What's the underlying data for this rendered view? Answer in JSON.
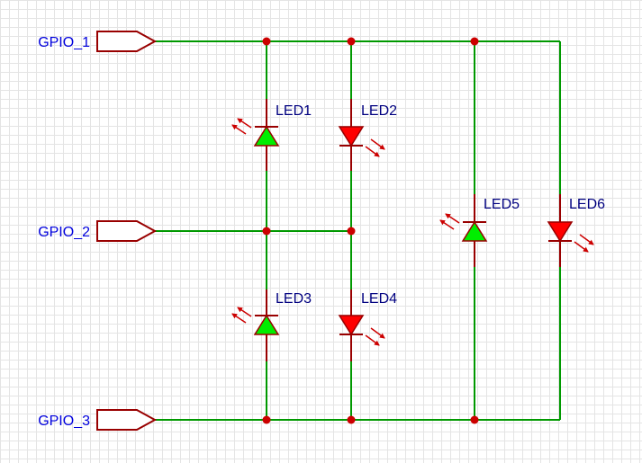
{
  "ports": {
    "gpio1": "GPIO_1",
    "gpio2": "GPIO_2",
    "gpio3": "GPIO_3"
  },
  "leds": {
    "led1": "LED1",
    "led2": "LED2",
    "led3": "LED3",
    "led4": "LED4",
    "led5": "LED5",
    "led6": "LED6"
  },
  "colors": {
    "wire": "#009900",
    "component": "#990000",
    "junction": "#cc0000",
    "led_green": "#00ee00",
    "led_red": "#ff0000",
    "port_label": "#0000dd",
    "led_label": "#000080",
    "grid": "#e4e4e4"
  }
}
